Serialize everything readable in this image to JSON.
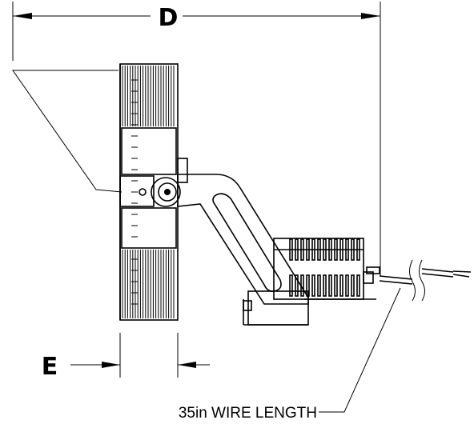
{
  "dimensions": {
    "d_label": "D",
    "e_label": "E"
  },
  "annotations": {
    "wire_length": "35in WIRE LENGTH"
  }
}
